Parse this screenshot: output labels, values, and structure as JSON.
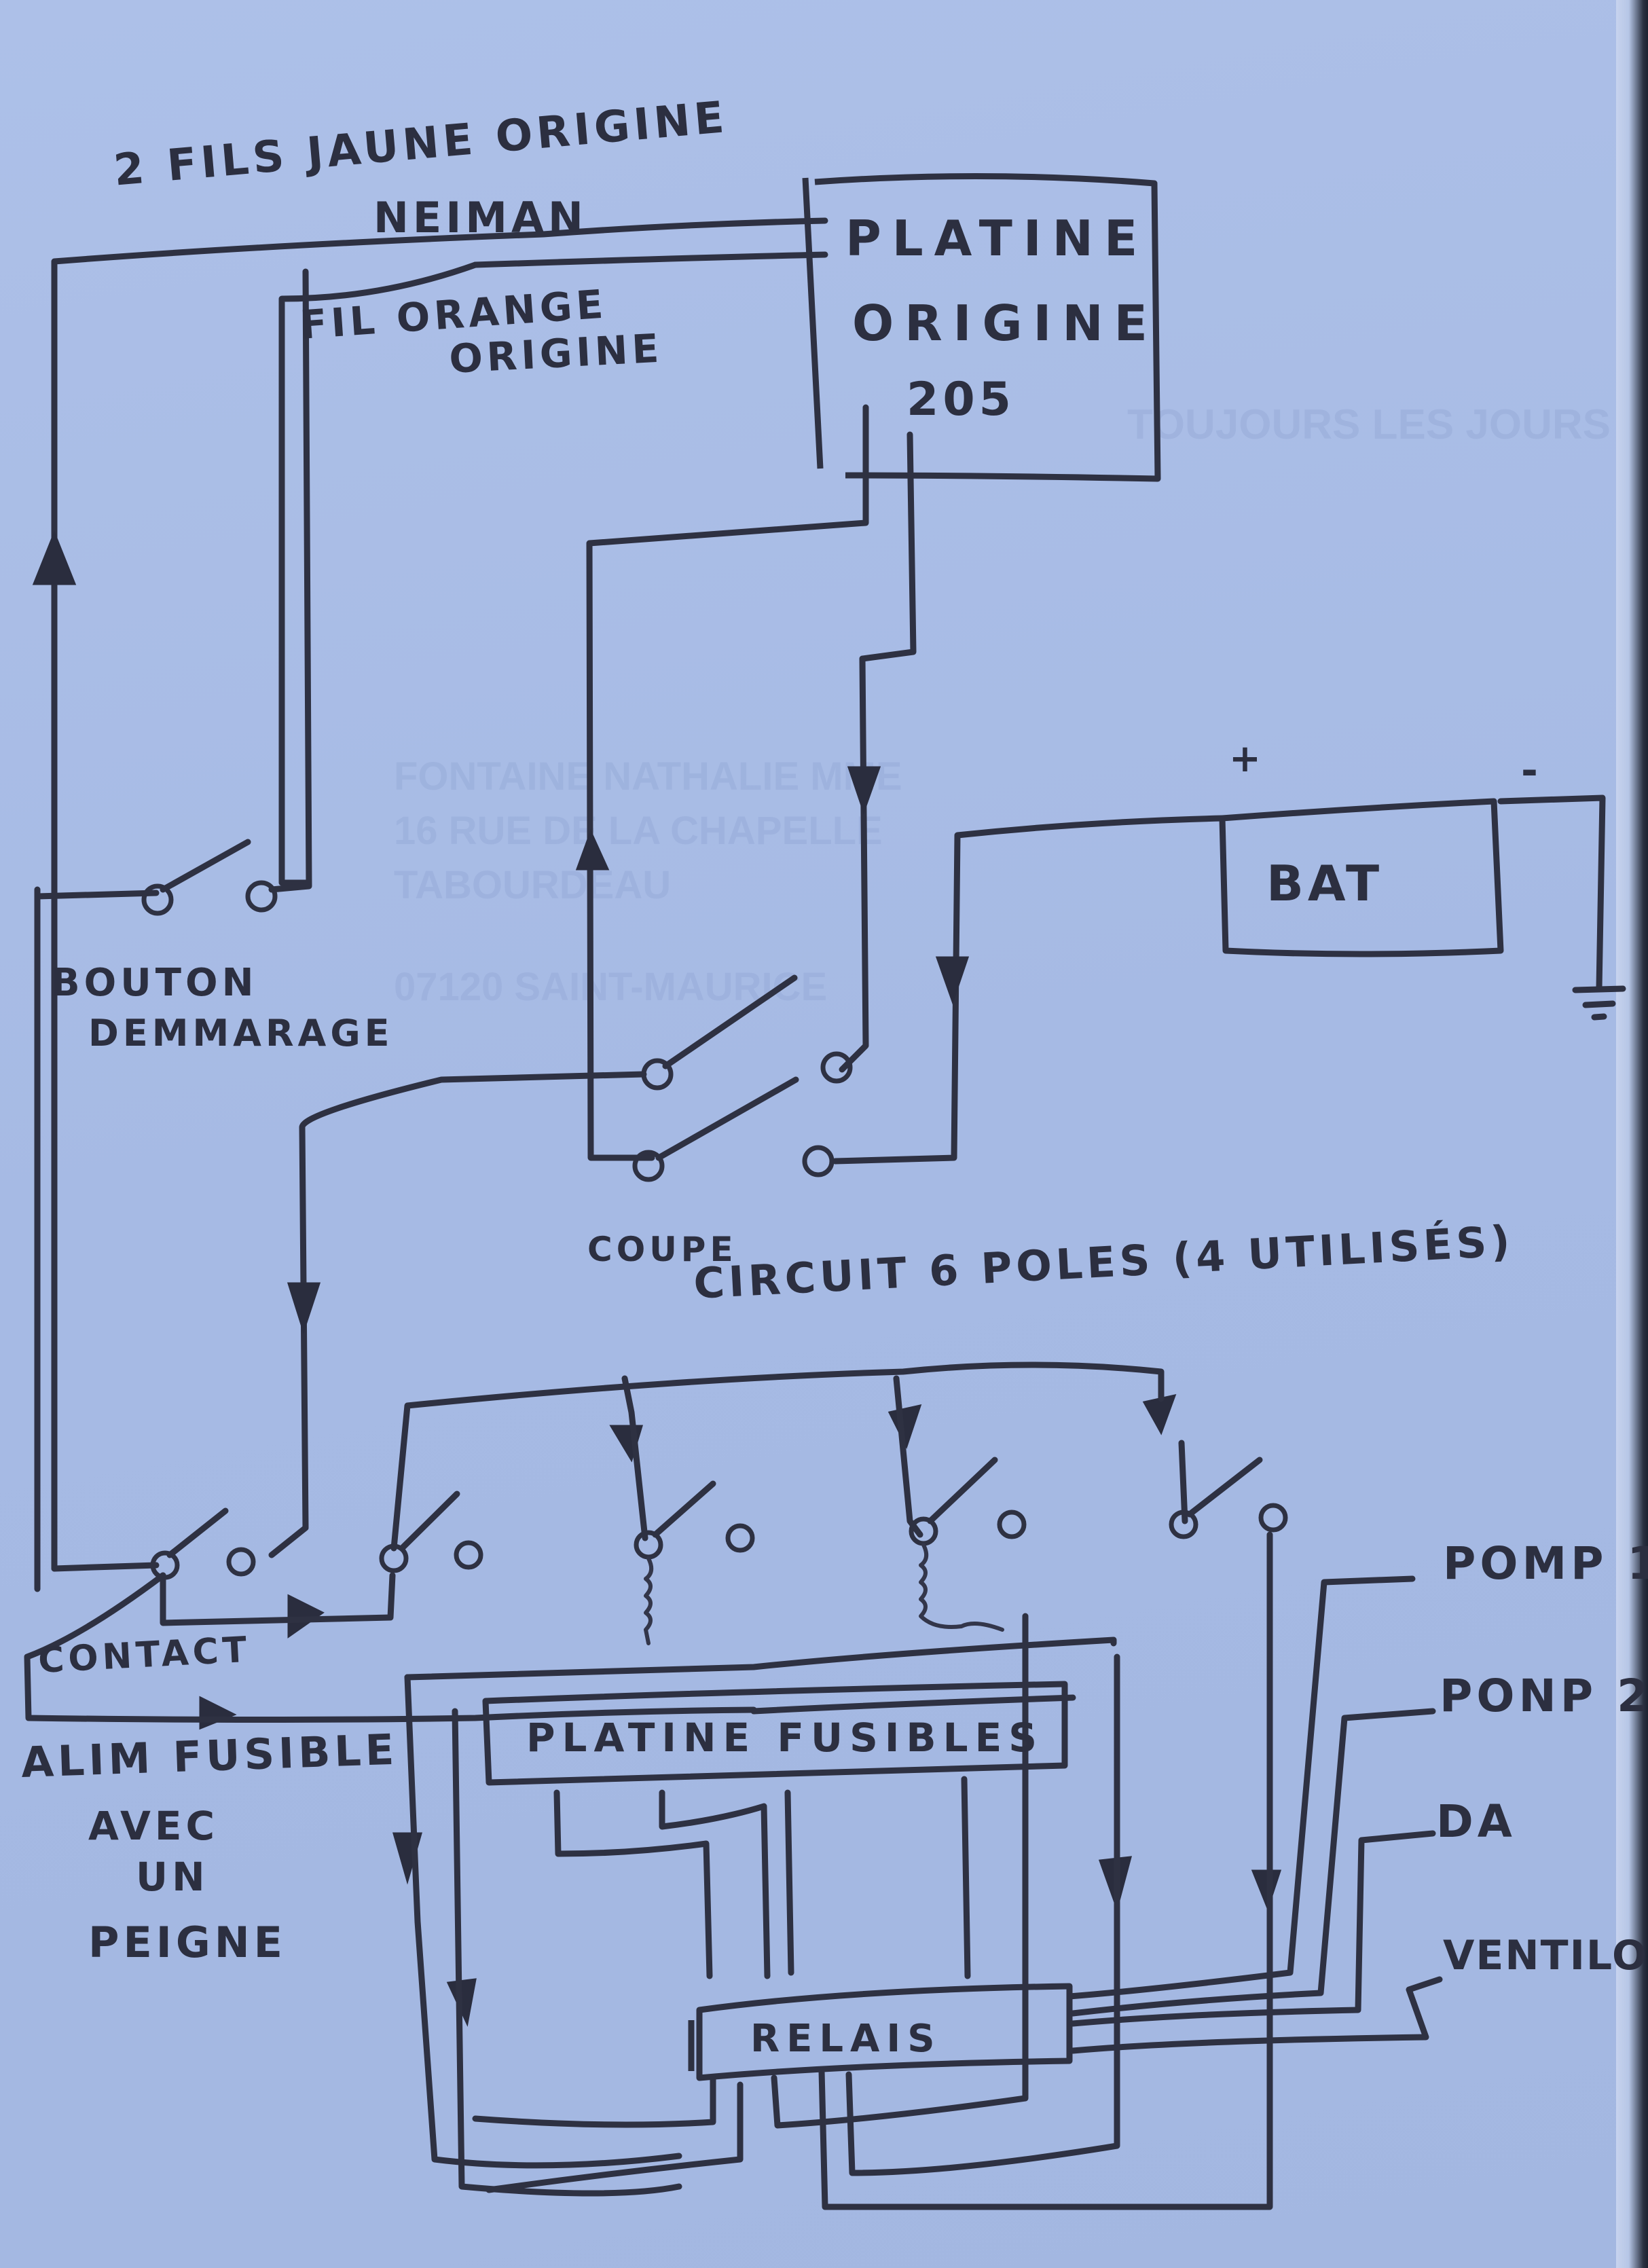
{
  "diagram": {
    "title": "Schéma câblage coupe-circuit",
    "labels": {
      "neiman_wires_line1": "2 FILS JAUNE ORIGINE",
      "neiman_wires_line2": "NEIMAN",
      "orange_wire_line1": "FIL ORANGE",
      "orange_wire_line2": "ORIGINE",
      "orig_board_line1": "PLATINE",
      "orig_board_line2": "ORIGINE",
      "orig_board_line3": "205",
      "battery": "BAT",
      "battery_plus": "+",
      "battery_minus": "-",
      "start_button_line1": "BOUTON",
      "start_button_line2": "DEMMARAGE",
      "cutoff_line1": "COUPE",
      "cutoff_line2": "CIRCUIT 6 POLES (4 UTILISÉS)",
      "contact": "CONTACT",
      "fuse_feed_line1": "ALIM FUSIBLE",
      "fuse_feed_line2": "AVEC",
      "fuse_feed_line3": "UN",
      "fuse_feed_line4": "PEIGNE",
      "fuse_board": "PLATINE FUSIBLES",
      "relays": "RELAIS"
    },
    "outputs": [
      {
        "label": "POMP 1"
      },
      {
        "label": "PONP 2"
      },
      {
        "label": "DA"
      },
      {
        "label": "VENTILO"
      }
    ],
    "components": [
      {
        "id": "platine-origine",
        "label_ref": "orig_board"
      },
      {
        "id": "battery",
        "label_ref": "battery"
      },
      {
        "id": "bouton-demarrage",
        "type": "switch"
      },
      {
        "id": "coupe-circuit",
        "type": "switch",
        "poles": 6,
        "poles_used": 4
      },
      {
        "id": "contact-switches",
        "type": "switch",
        "count": 5
      },
      {
        "id": "platine-fusibles",
        "label_ref": "fuse_board"
      },
      {
        "id": "relais",
        "label_ref": "relays"
      },
      {
        "id": "ground",
        "type": "ground"
      }
    ],
    "background_print": {
      "line1": "FONTAINE NATHALIE MME",
      "line2": "16 RUE DE LA CHAPELLE",
      "line3": "TABOURDEAU",
      "line4": "07120 SAINT-MAURICE",
      "header": "TOUJOURS LES JOURS"
    }
  }
}
